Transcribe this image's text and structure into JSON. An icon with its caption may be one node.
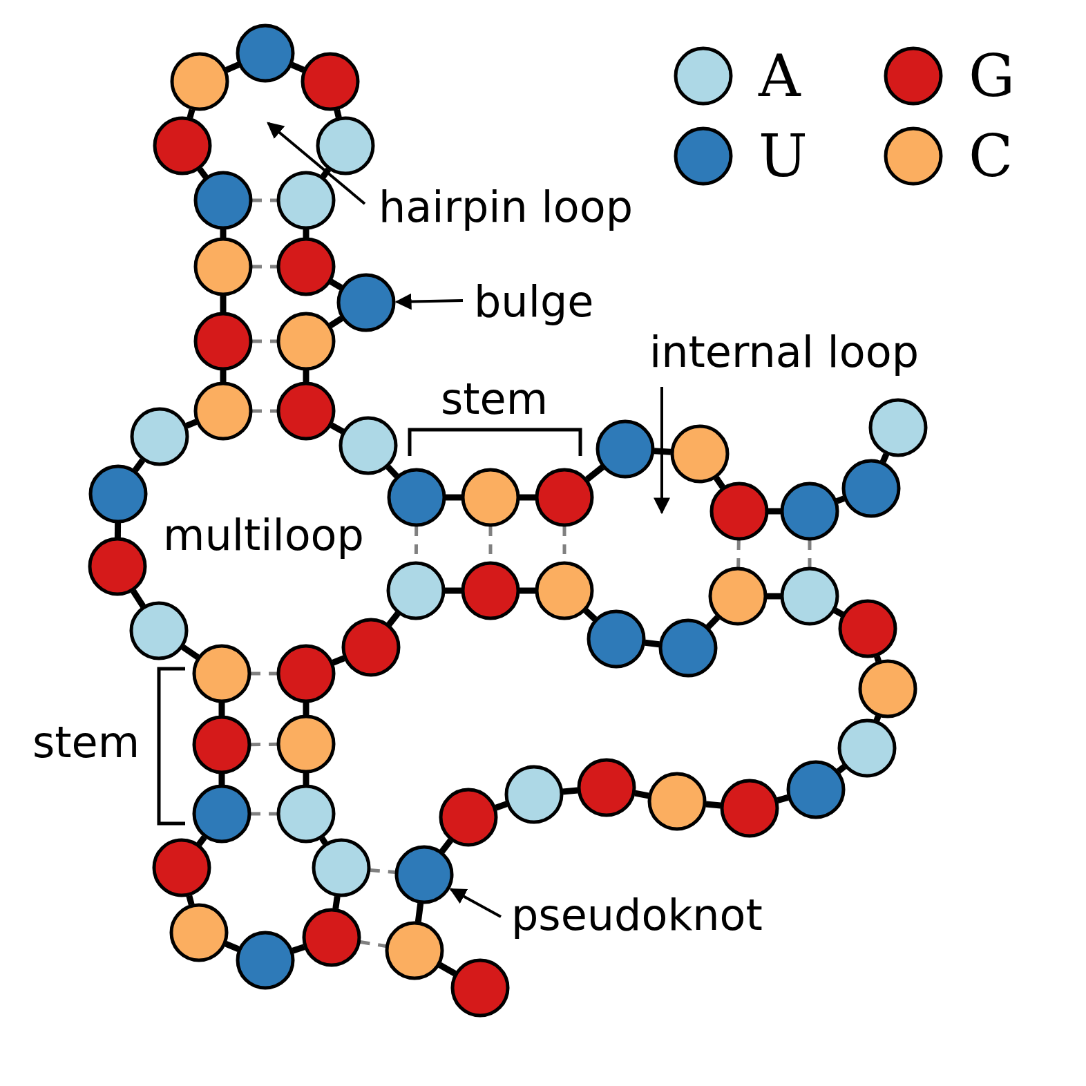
{
  "diagram": {
    "nodes": [
      {
        "text": [],
        "shape": "circle"
      },
      {
        "text": [],
        "shape": "circle"
      },
      {
        "text": [],
        "shape": "circle"
      },
      {
        "text": [],
        "shape": "circle"
      },
      {
        "text": [],
        "shape": "circle"
      },
      {
        "text": [],
        "shape": "circle"
      },
      {
        "text": [],
        "shape": "circle"
      },
      {
        "text": [],
        "shape": "circle"
      },
      {
        "text": [],
        "shape": "circle"
      },
      {
        "text": [],
        "shape": "circle"
      },
      {
        "text": [],
        "shape": "circle"
      },
      {
        "text": [],
        "shape": "circle"
      },
      {
        "text": [],
        "shape": "circle"
      },
      {
        "text": [],
        "shape": "circle"
      },
      {
        "text": [],
        "shape": "circle"
      },
      {
        "text": [],
        "shape": "circle"
      },
      {
        "text": [],
        "shape": "circle"
      },
      {
        "text": [],
        "shape": "circle"
      },
      {
        "text": [],
        "shape": "circle"
      },
      {
        "text": [],
        "shape": "circle"
      },
      {
        "text": [],
        "shape": "circle"
      },
      {
        "text": [],
        "shape": "circle"
      },
      {
        "text": [],
        "shape": "circle"
      },
      {
        "text": [],
        "shape": "circle"
      },
      {
        "text": [],
        "shape": "circle"
      },
      {
        "text": [],
        "shape": "circle"
      },
      {
        "text": [],
        "shape": "circle"
      },
      {
        "text": [],
        "shape": "circle"
      },
      {
        "text": [],
        "shape": "circle"
      },
      {
        "text": [],
        "shape": "circle"
      },
      {
        "text": [],
        "shape": "circle"
      },
      {
        "text": [],
        "shape": "circle"
      },
      {
        "text": [],
        "shape": "circle"
      },
      {
        "text": [],
        "shape": "circle"
      },
      {
        "text": [],
        "shape": "circle"
      },
      {
        "text": [],
        "shape": "circle"
      },
      {
        "text": [],
        "shape": "circle"
      },
      {
        "text": [],
        "shape": "circle"
      },
      {
        "text": [],
        "shape": "circle"
      },
      {
        "text": [],
        "shape": "circle"
      },
      {
        "text": [],
        "shape": "circle"
      },
      {
        "text": [],
        "shape": "circle"
      },
      {
        "text": [],
        "shape": "circle"
      },
      {
        "text": [],
        "shape": "circle"
      },
      {
        "text": [],
        "shape": "circle"
      },
      {
        "text": [],
        "shape": "circle"
      },
      {
        "text": [],
        "shape": "circle"
      },
      {
        "text": [],
        "shape": "circle"
      },
      {
        "text": [],
        "shape": "circle"
      },
      {
        "text": [],
        "shape": "circle"
      },
      {
        "text": [],
        "shape": "circle"
      },
      {
        "text": [],
        "shape": "circle"
      },
      {
        "text": [],
        "shape": "circle"
      },
      {
        "text": [],
        "shape": "circle"
      },
      {
        "text": [],
        "shape": "circle"
      },
      {
        "text": [],
        "shape": "circle"
      },
      {
        "text": [],
        "shape": "circle"
      },
      {
        "text": [],
        "shape": "circle"
      },
      {
        "text": [],
        "shape": "circle"
      },
      {
        "text": [
          "hairpin loop"
        ]
      },
      {
        "text": [
          "bulge"
        ]
      },
      {
        "text": [
          "internal loop"
        ]
      },
      {
        "text": [
          "pseudoknot"
        ]
      }
    ],
    "edges": [
      {
        "from": 0,
        "to": 1,
        "arrow": "none"
      },
      {
        "from": 1,
        "to": 2,
        "arrow": "none"
      },
      {
        "from": 2,
        "to": 3,
        "arrow": "none"
      },
      {
        "from": 3,
        "to": 4,
        "arrow": "none"
      },
      {
        "from": 4,
        "to": 5,
        "arrow": "none"
      },
      {
        "from": 5,
        "to": 6,
        "arrow": "none"
      },
      {
        "from": 6,
        "to": 7,
        "arrow": "none"
      },
      {
        "from": 7,
        "to": 8,
        "arrow": "none"
      },
      {
        "from": 8,
        "to": 9,
        "arrow": "none"
      },
      {
        "from": 9,
        "to": 10,
        "arrow": "none"
      },
      {
        "from": 10,
        "to": 11,
        "arrow": "none"
      },
      {
        "from": 11,
        "to": 12,
        "arrow": "none"
      },
      {
        "from": 12,
        "to": 13,
        "arrow": "none"
      },
      {
        "from": 13,
        "to": 14,
        "arrow": "none"
      },
      {
        "from": 14,
        "to": 15,
        "arrow": "none"
      },
      {
        "from": 15,
        "to": 16,
        "arrow": "none"
      },
      {
        "from": 16,
        "to": 17,
        "arrow": "none"
      },
      {
        "from": 17,
        "to": 18,
        "arrow": "none"
      },
      {
        "from": 18,
        "to": 19,
        "arrow": "none"
      },
      {
        "from": 19,
        "to": 20,
        "arrow": "none"
      },
      {
        "from": 20,
        "to": 21,
        "arrow": "none"
      },
      {
        "from": 21,
        "to": 22,
        "arrow": "none"
      },
      {
        "from": 22,
        "to": 23,
        "arrow": "none"
      },
      {
        "from": 23,
        "to": 24,
        "arrow": "none"
      },
      {
        "from": 24,
        "to": 25,
        "arrow": "none"
      },
      {
        "from": 25,
        "to": 26,
        "arrow": "none"
      },
      {
        "from": 26,
        "to": 27,
        "arrow": "none"
      },
      {
        "from": 27,
        "to": 28,
        "arrow": "none"
      },
      {
        "from": 28,
        "to": 29,
        "arrow": "none"
      },
      {
        "from": 29,
        "to": 30,
        "arrow": "none"
      },
      {
        "from": 30,
        "to": 31,
        "arrow": "none"
      },
      {
        "from": 31,
        "to": 32,
        "arrow": "none"
      },
      {
        "from": 32,
        "to": 33,
        "arrow": "none"
      },
      {
        "from": 33,
        "to": 34,
        "arrow": "none"
      },
      {
        "from": 34,
        "to": 35,
        "arrow": "none"
      },
      {
        "from": 35,
        "to": 36,
        "arrow": "none"
      },
      {
        "from": 36,
        "to": 37,
        "arrow": "none"
      },
      {
        "from": 37,
        "to": 38,
        "arrow": "none"
      },
      {
        "from": 38,
        "to": 39,
        "arrow": "none"
      },
      {
        "from": 39,
        "to": 40,
        "arrow": "none"
      },
      {
        "from": 40,
        "to": 41,
        "arrow": "none"
      },
      {
        "from": 41,
        "to": 42,
        "arrow": "none"
      },
      {
        "from": 42,
        "to": 43,
        "arrow": "none"
      },
      {
        "from": 43,
        "to": 44,
        "arrow": "none"
      },
      {
        "from": 44,
        "to": 45,
        "arrow": "none"
      },
      {
        "from": 45,
        "to": 46,
        "arrow": "none"
      },
      {
        "from": 46,
        "to": 47,
        "arrow": "none"
      },
      {
        "from": 47,
        "to": 48,
        "arrow": "none"
      },
      {
        "from": 48,
        "to": 49,
        "arrow": "none"
      },
      {
        "from": 49,
        "to": 50,
        "arrow": "none"
      },
      {
        "from": 50,
        "to": 51,
        "arrow": "none"
      },
      {
        "from": 51,
        "to": 52,
        "arrow": "none"
      },
      {
        "from": 52,
        "to": 53,
        "arrow": "none"
      },
      {
        "from": 53,
        "to": 54,
        "arrow": "none"
      },
      {
        "from": 54,
        "to": 55,
        "arrow": "none"
      },
      {
        "from": 55,
        "to": 56,
        "arrow": "none"
      },
      {
        "from": 56,
        "to": 57,
        "arrow": "none"
      },
      {
        "from": 57,
        "to": 58,
        "arrow": "none"
      },
      {
        "from": 20,
        "to": 14,
        "arrow": "none",
        "style": "dashed",
        "color": "#808080"
      },
      {
        "from": 21,
        "to": 13,
        "arrow": "none",
        "style": "dashed",
        "color": "#808080"
      },
      {
        "from": 22,
        "to": 11,
        "arrow": "none",
        "style": "dashed",
        "color": "#808080"
      },
      {
        "from": 23,
        "to": 10,
        "arrow": "none",
        "style": "dashed",
        "color": "#808080"
      },
      {
        "from": 8,
        "to": 40,
        "arrow": "none",
        "style": "dashed",
        "color": "#808080"
      },
      {
        "from": 7,
        "to": 41,
        "arrow": "none",
        "style": "dashed",
        "color": "#808080"
      },
      {
        "from": 6,
        "to": 42,
        "arrow": "none",
        "style": "dashed",
        "color": "#808080"
      },
      {
        "from": 3,
        "to": 45,
        "arrow": "none",
        "style": "dashed",
        "color": "#808080"
      },
      {
        "from": 2,
        "to": 46,
        "arrow": "none",
        "style": "dashed",
        "color": "#808080"
      },
      {
        "from": 28,
        "to": 38,
        "arrow": "none",
        "style": "dashed",
        "color": "#808080"
      },
      {
        "from": 29,
        "to": 37,
        "arrow": "none",
        "style": "dashed",
        "color": "#808080"
      },
      {
        "from": 30,
        "to": 36,
        "arrow": "none",
        "style": "dashed",
        "color": "#808080"
      },
      {
        "from": 35,
        "to": 56,
        "arrow": "none",
        "style": "dashed",
        "color": "#808080"
      },
      {
        "from": 34,
        "to": 57,
        "arrow": "none",
        "style": "dashed",
        "color": "#808080"
      },
      {
        "from": 59,
        "to": null,
        "arrow": "to"
      },
      {
        "from": 60,
        "to": 12,
        "arrow": "to"
      },
      {
        "from": 61,
        "to": null,
        "arrow": "to"
      },
      {
        "from": 62,
        "to": 56,
        "arrow": "to"
      }
    ],
    "labels": [
      "stem",
      "multiloop",
      "stem"
    ],
    "legend": [
      {
        "text": "A",
        "color": "#add8e6"
      },
      {
        "text": "G",
        "color": "#d51a1a"
      },
      {
        "text": "U",
        "color": "#2e7ab8"
      },
      {
        "text": "C",
        "color": "#fbae60"
      }
    ]
  }
}
